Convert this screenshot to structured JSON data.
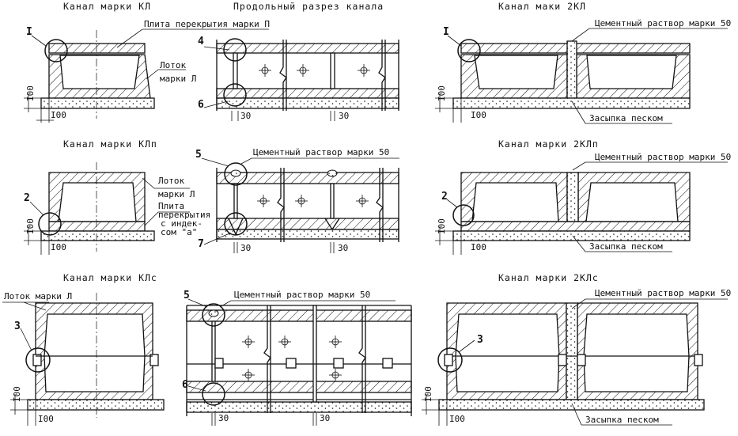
{
  "titles": {
    "kl": "Канал марки КЛ",
    "section": "Продольный разрез канала",
    "kl2": "Канал маки 2КЛ",
    "klp": "Канал марки КЛп",
    "kl2p": "Канал марки 2КЛп",
    "kls": "Канал марки КЛс",
    "kl2s": "Канал марки 2КЛс"
  },
  "labels": {
    "plate_p": "Плита перекрытия марки П",
    "tray_1": "Лоток",
    "tray_2": "марки Л",
    "tray_full": "Лоток марки Л",
    "cement": "Цементный раствор марки 50",
    "sand": "Засыпка песком",
    "plate_a": [
      "Плита",
      "перекрытия",
      "с индек-",
      "сом \"а\""
    ]
  },
  "callouts": {
    "n1": "I",
    "n2": "2",
    "n3": "3",
    "n4": "4",
    "n5": "5",
    "n6": "6",
    "n7": "7"
  },
  "dims": {
    "d100": "I00",
    "d30": "30"
  }
}
